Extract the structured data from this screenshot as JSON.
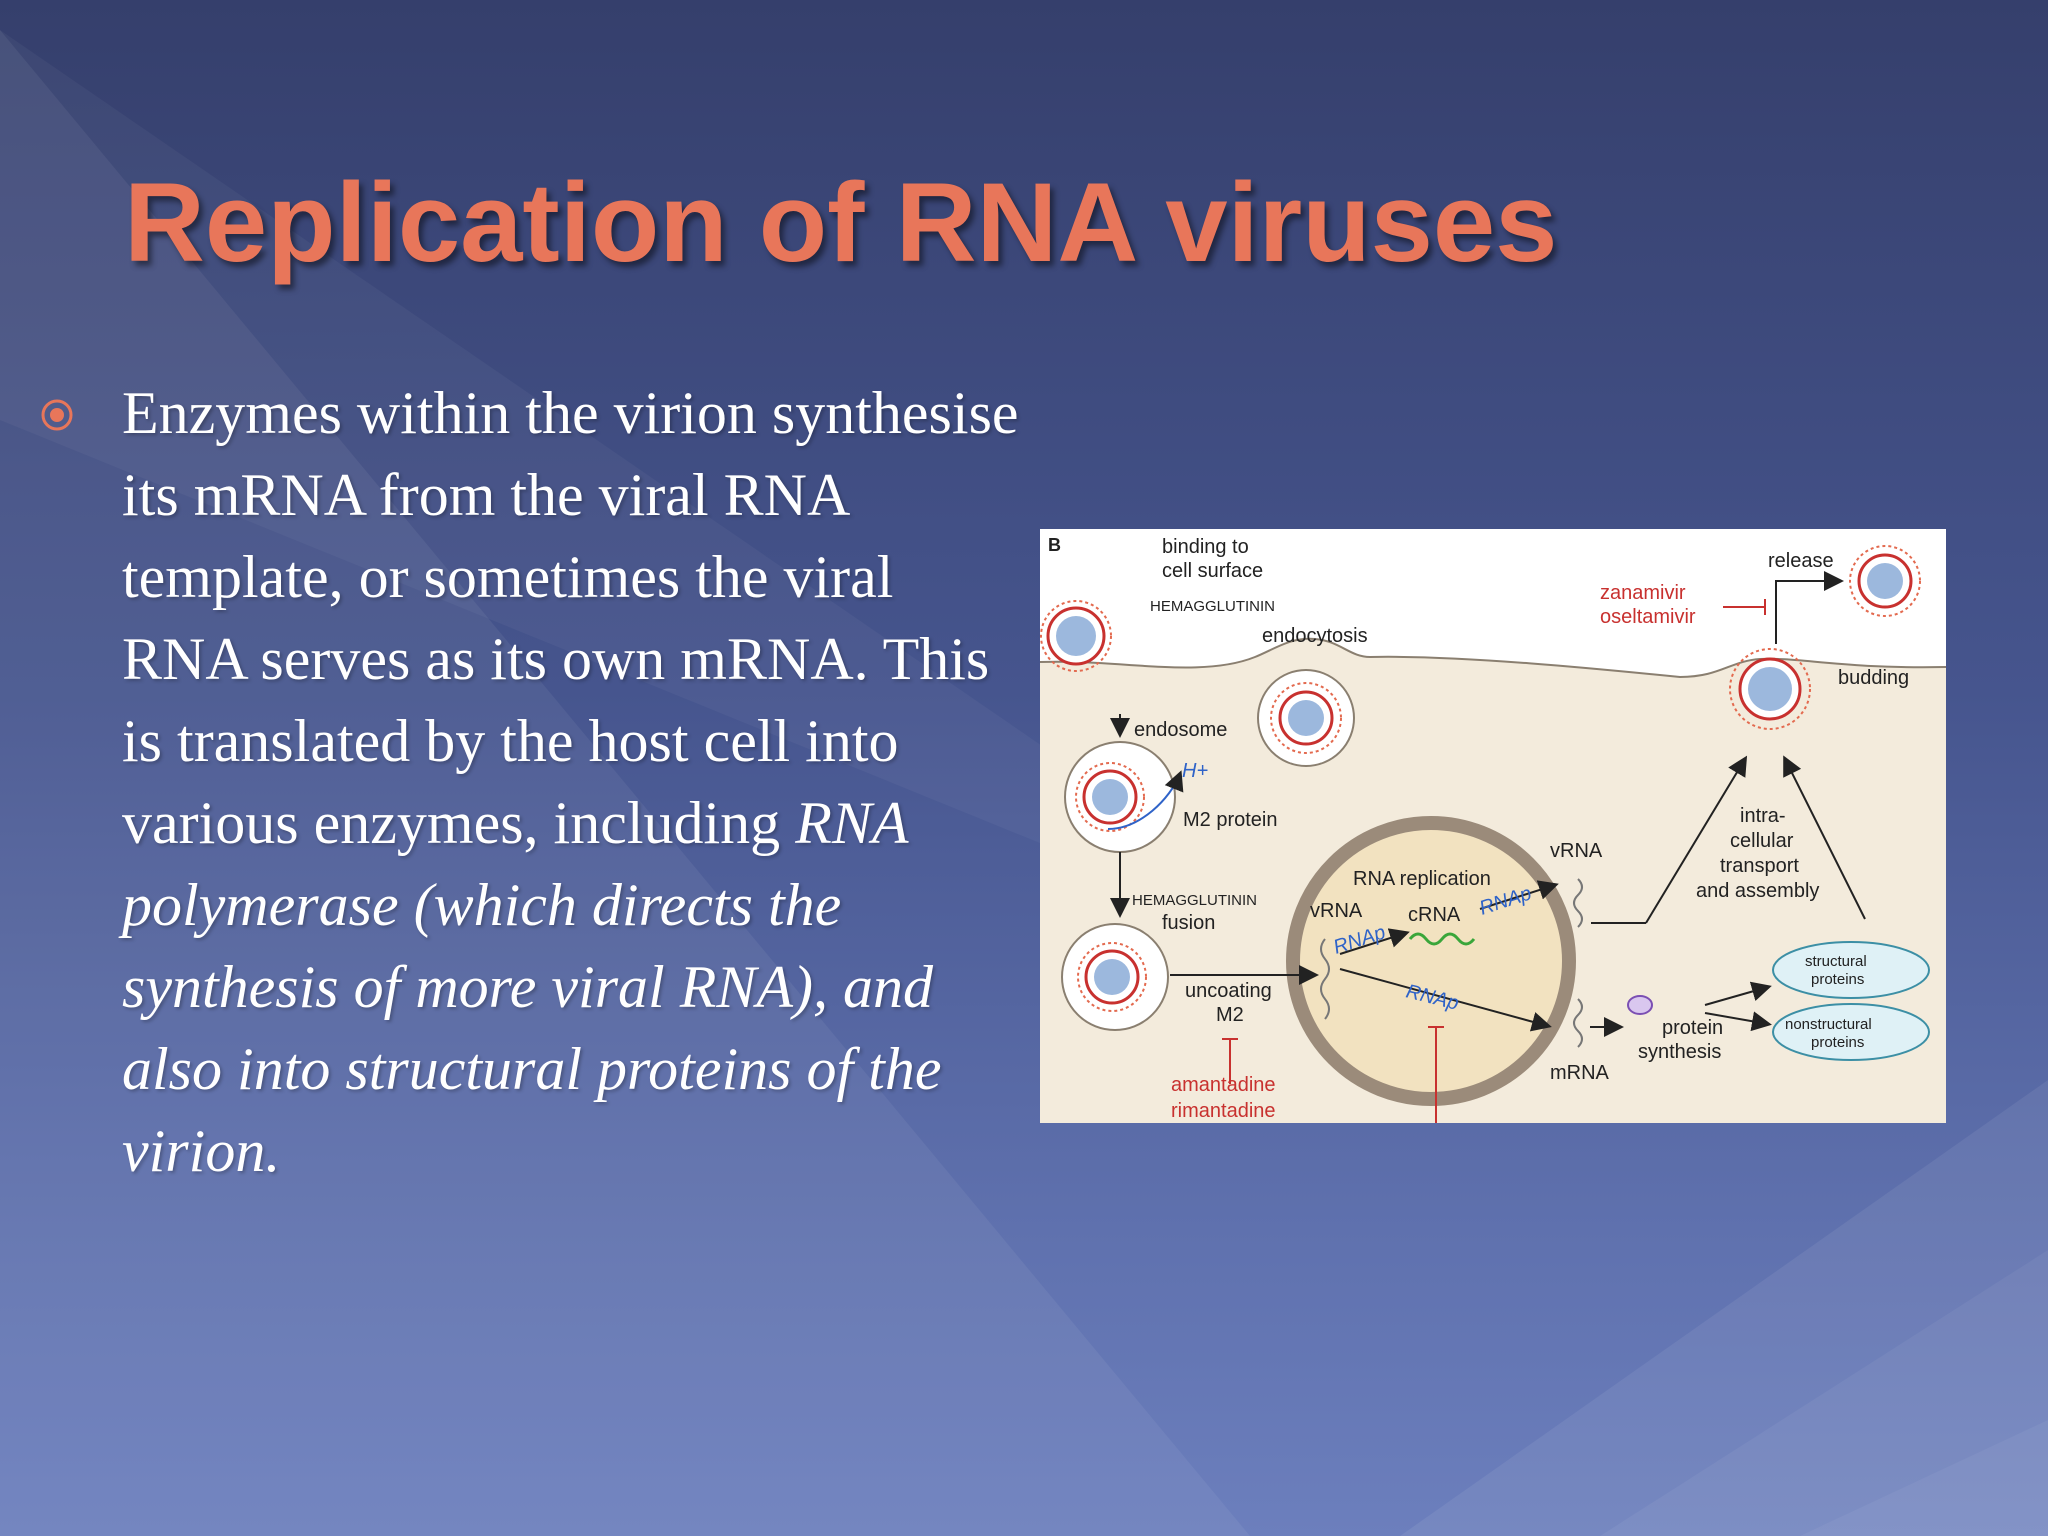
{
  "slide": {
    "title": "Replication of RNA viruses",
    "bullet_icon": "circled-dot-icon",
    "accent_color": "#e8765a",
    "body": {
      "line1": "Enzymes within the virion synthesise its mRNA from the viral RNA template, or sometimes the viral RNA serves as its own mRNA. This is translated by the host cell into various enzymes, including ",
      "italic": "RNA polymerase (which directs the synthesis of more viral RNA), and also into structural proteins of the virion."
    }
  },
  "diagram": {
    "panel_label": "B",
    "binding": "binding to",
    "cell_surface": "cell surface",
    "hemagglutinin_1": "HEMAGGLUTININ",
    "endocytosis": "endocytosis",
    "endosome": "endosome",
    "h_plus": "H+",
    "m2_protein": "M2 protein",
    "hemagglutinin_2": "HEMAGGLUTININ",
    "fusion": "fusion",
    "uncoating": "uncoating",
    "m2": "M2",
    "amantadine": "amantadine",
    "rimantadine": "rimantadine",
    "rna_replication": "RNA replication",
    "vrna_inner": "vRNA",
    "crna": "cRNA",
    "rnap_1": "RNAp",
    "rnap_2": "RNAp",
    "rnap_3": "RNAp",
    "vrna_outer": "vRNA",
    "mrna": "mRNA",
    "protein": "protein",
    "synthesis": "synthesis",
    "structural_1": "structural",
    "structural_2": "proteins",
    "nonstructural_1": "nonstructural",
    "nonstructural_2": "proteins",
    "intra": "intra-",
    "cellular": "cellular",
    "transport": "transport",
    "and_assembly": "and assembly",
    "release": "release",
    "budding": "budding",
    "zanamivir": "zanamivir",
    "oseltamivir": "oseltamivir"
  }
}
